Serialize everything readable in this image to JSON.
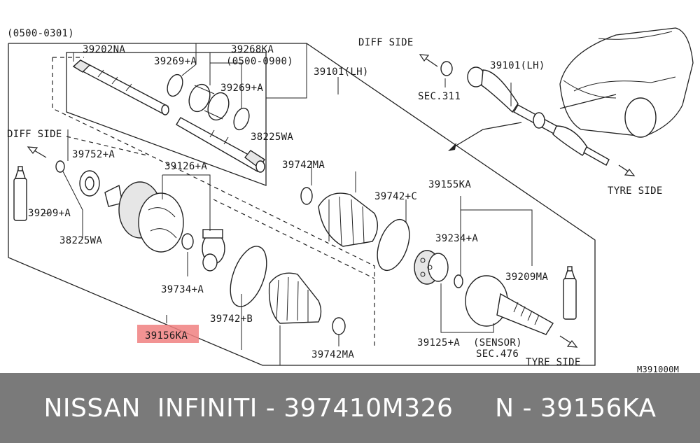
{
  "labels": {
    "date_range_main": "(0500-0301)",
    "p39202na": "39202NA",
    "p39269a_top": "39269+A",
    "p39268ka": "39268KA",
    "date_range_sub": "(0500-0900)",
    "p39269a_mid": "39269+A",
    "p38225wa_top": "38225WA",
    "p39101lh_main": "39101(LH)",
    "diff_side_top": "DIFF SIDE",
    "sec311": "SEC.311",
    "p39101lh_car": "39101(LH)",
    "diff_side_left": "DIFF SIDE",
    "p39752a": "39752+A",
    "p39209a": "39209+A",
    "p38225wa_left": "38225WA",
    "p39126a": "39126+A",
    "p39742ma_top": "39742MA",
    "p39155ka": "39155KA",
    "p39742c": "39742+C",
    "p39234a": "39234+A",
    "p39209ma": "39209MA",
    "p39734a": "39734+A",
    "p39742b": "39742+B",
    "p39156ka": "39156KA",
    "p39742ma_bottom": "39742MA",
    "p39125a": "39125+A",
    "sensor": "(SENSOR)",
    "sec476": "SEC.476",
    "tyre_side_bottom": "TYRE SIDE",
    "tyre_side_right": "TYRE SIDE",
    "drawing_code": "M391000M"
  },
  "footer": {
    "text": "NISSAN  INFINITI - 397410M326     N - 39156KA"
  },
  "colors": {
    "highlight": "#f08080",
    "footer_bg": "#7a7a7a",
    "footer_text": "#ffffff"
  }
}
